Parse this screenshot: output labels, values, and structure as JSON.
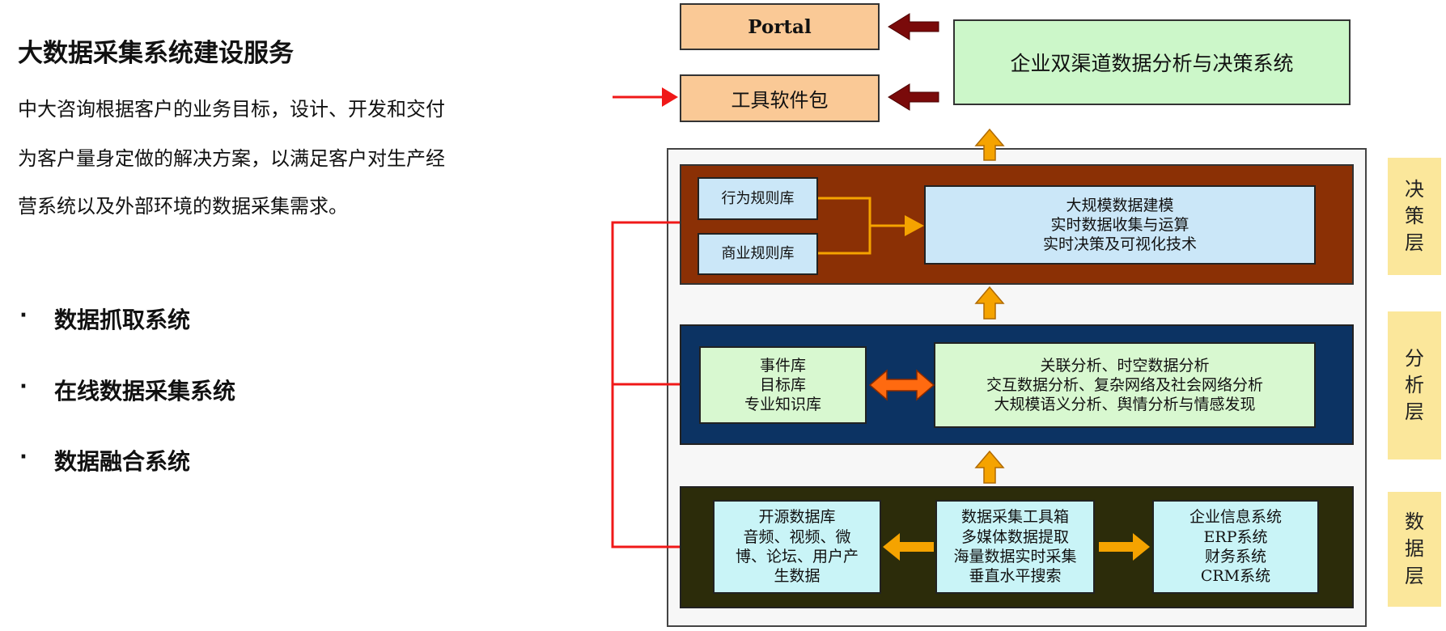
{
  "left_panel": {
    "title": "大数据采集系统建设服务",
    "paragraph_lines": [
      "中大咨询根据客户的业务目标，设计、开发和交付",
      "为客户量身定做的解决方案，以满足客户对生产经",
      "营系统以及外部环境的数据采集需求。"
    ],
    "bullet_symbol": "·",
    "bullets": [
      "数据抓取系统",
      "在线数据采集系统",
      "数据融合系统"
    ]
  },
  "diagram": {
    "portal": "Portal",
    "toolkit": "工具软件包",
    "top_system": "企业双渠道数据分析与决策系统",
    "decision": {
      "rule_lib_1": "行为规则库",
      "rule_lib_2": "商业规则库",
      "modeling_lines": [
        "大规模数据建模",
        "实时数据收集与运算",
        "实时决策及可视化技术"
      ]
    },
    "analysis": {
      "libs_lines": [
        "事件库",
        "目标库",
        "专业知识库"
      ],
      "methods_lines": [
        "关联分析、时空数据分析",
        "交互数据分析、复杂网络及社会网络分析",
        "大规模语义分析、舆情分析与情感发现"
      ]
    },
    "data": {
      "open_source_lines": [
        "开源数据库",
        "音频、视频、微",
        "博、论坛、用户产",
        "生数据"
      ],
      "toolbox_lines": [
        "数据采集工具箱",
        "多媒体数据提取",
        "海量数据实时采集",
        "垂直水平搜索"
      ],
      "enterprise_lines": [
        "企业信息系统",
        "ERP系统",
        "财务系统",
        "CRM系统"
      ]
    },
    "layer_labels": [
      [
        "决",
        "策",
        "层"
      ],
      [
        "分",
        "析",
        "层"
      ],
      [
        "数",
        "据",
        "层"
      ]
    ],
    "colors": {
      "decision_layer": "#8b3005",
      "analysis_layer": "#0c3363",
      "data_layer": "#2c2c0a",
      "red_connector": "#f01818",
      "dark_red_arrow": "#7a0a0a",
      "orange_arrow": "#f5a300",
      "peach_box": "#fac996",
      "green_box": "#ccf7c9",
      "label_bg": "#fbe79b"
    }
  }
}
